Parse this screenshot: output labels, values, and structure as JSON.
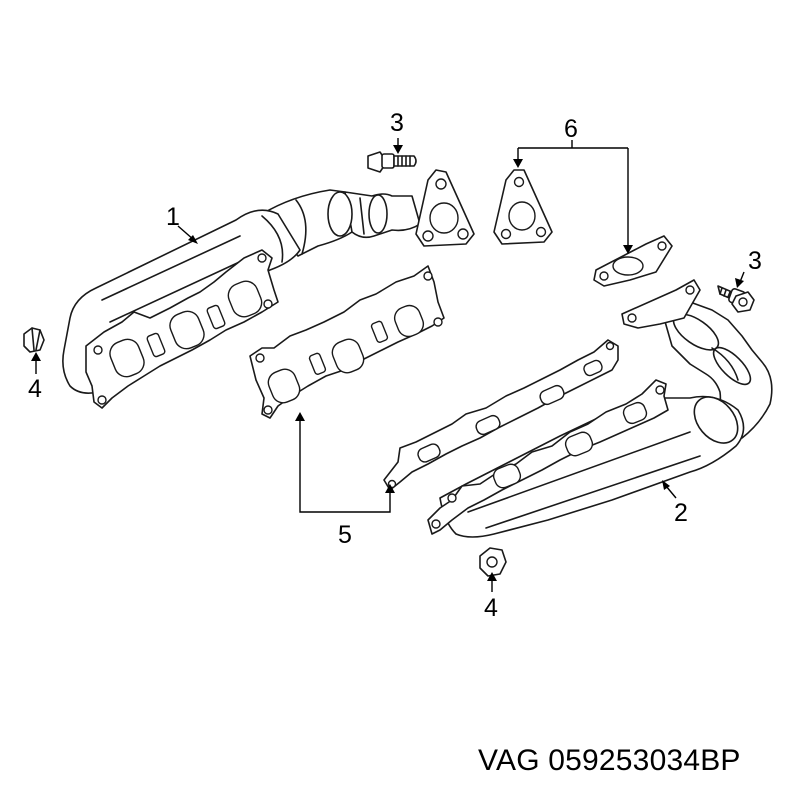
{
  "caption": "VAG 059253034BP",
  "callouts": {
    "c1": "1",
    "c2": "2",
    "c3a": "3",
    "c3b": "3",
    "c4a": "4",
    "c4b": "4",
    "c5": "5",
    "c6": "6"
  }
}
